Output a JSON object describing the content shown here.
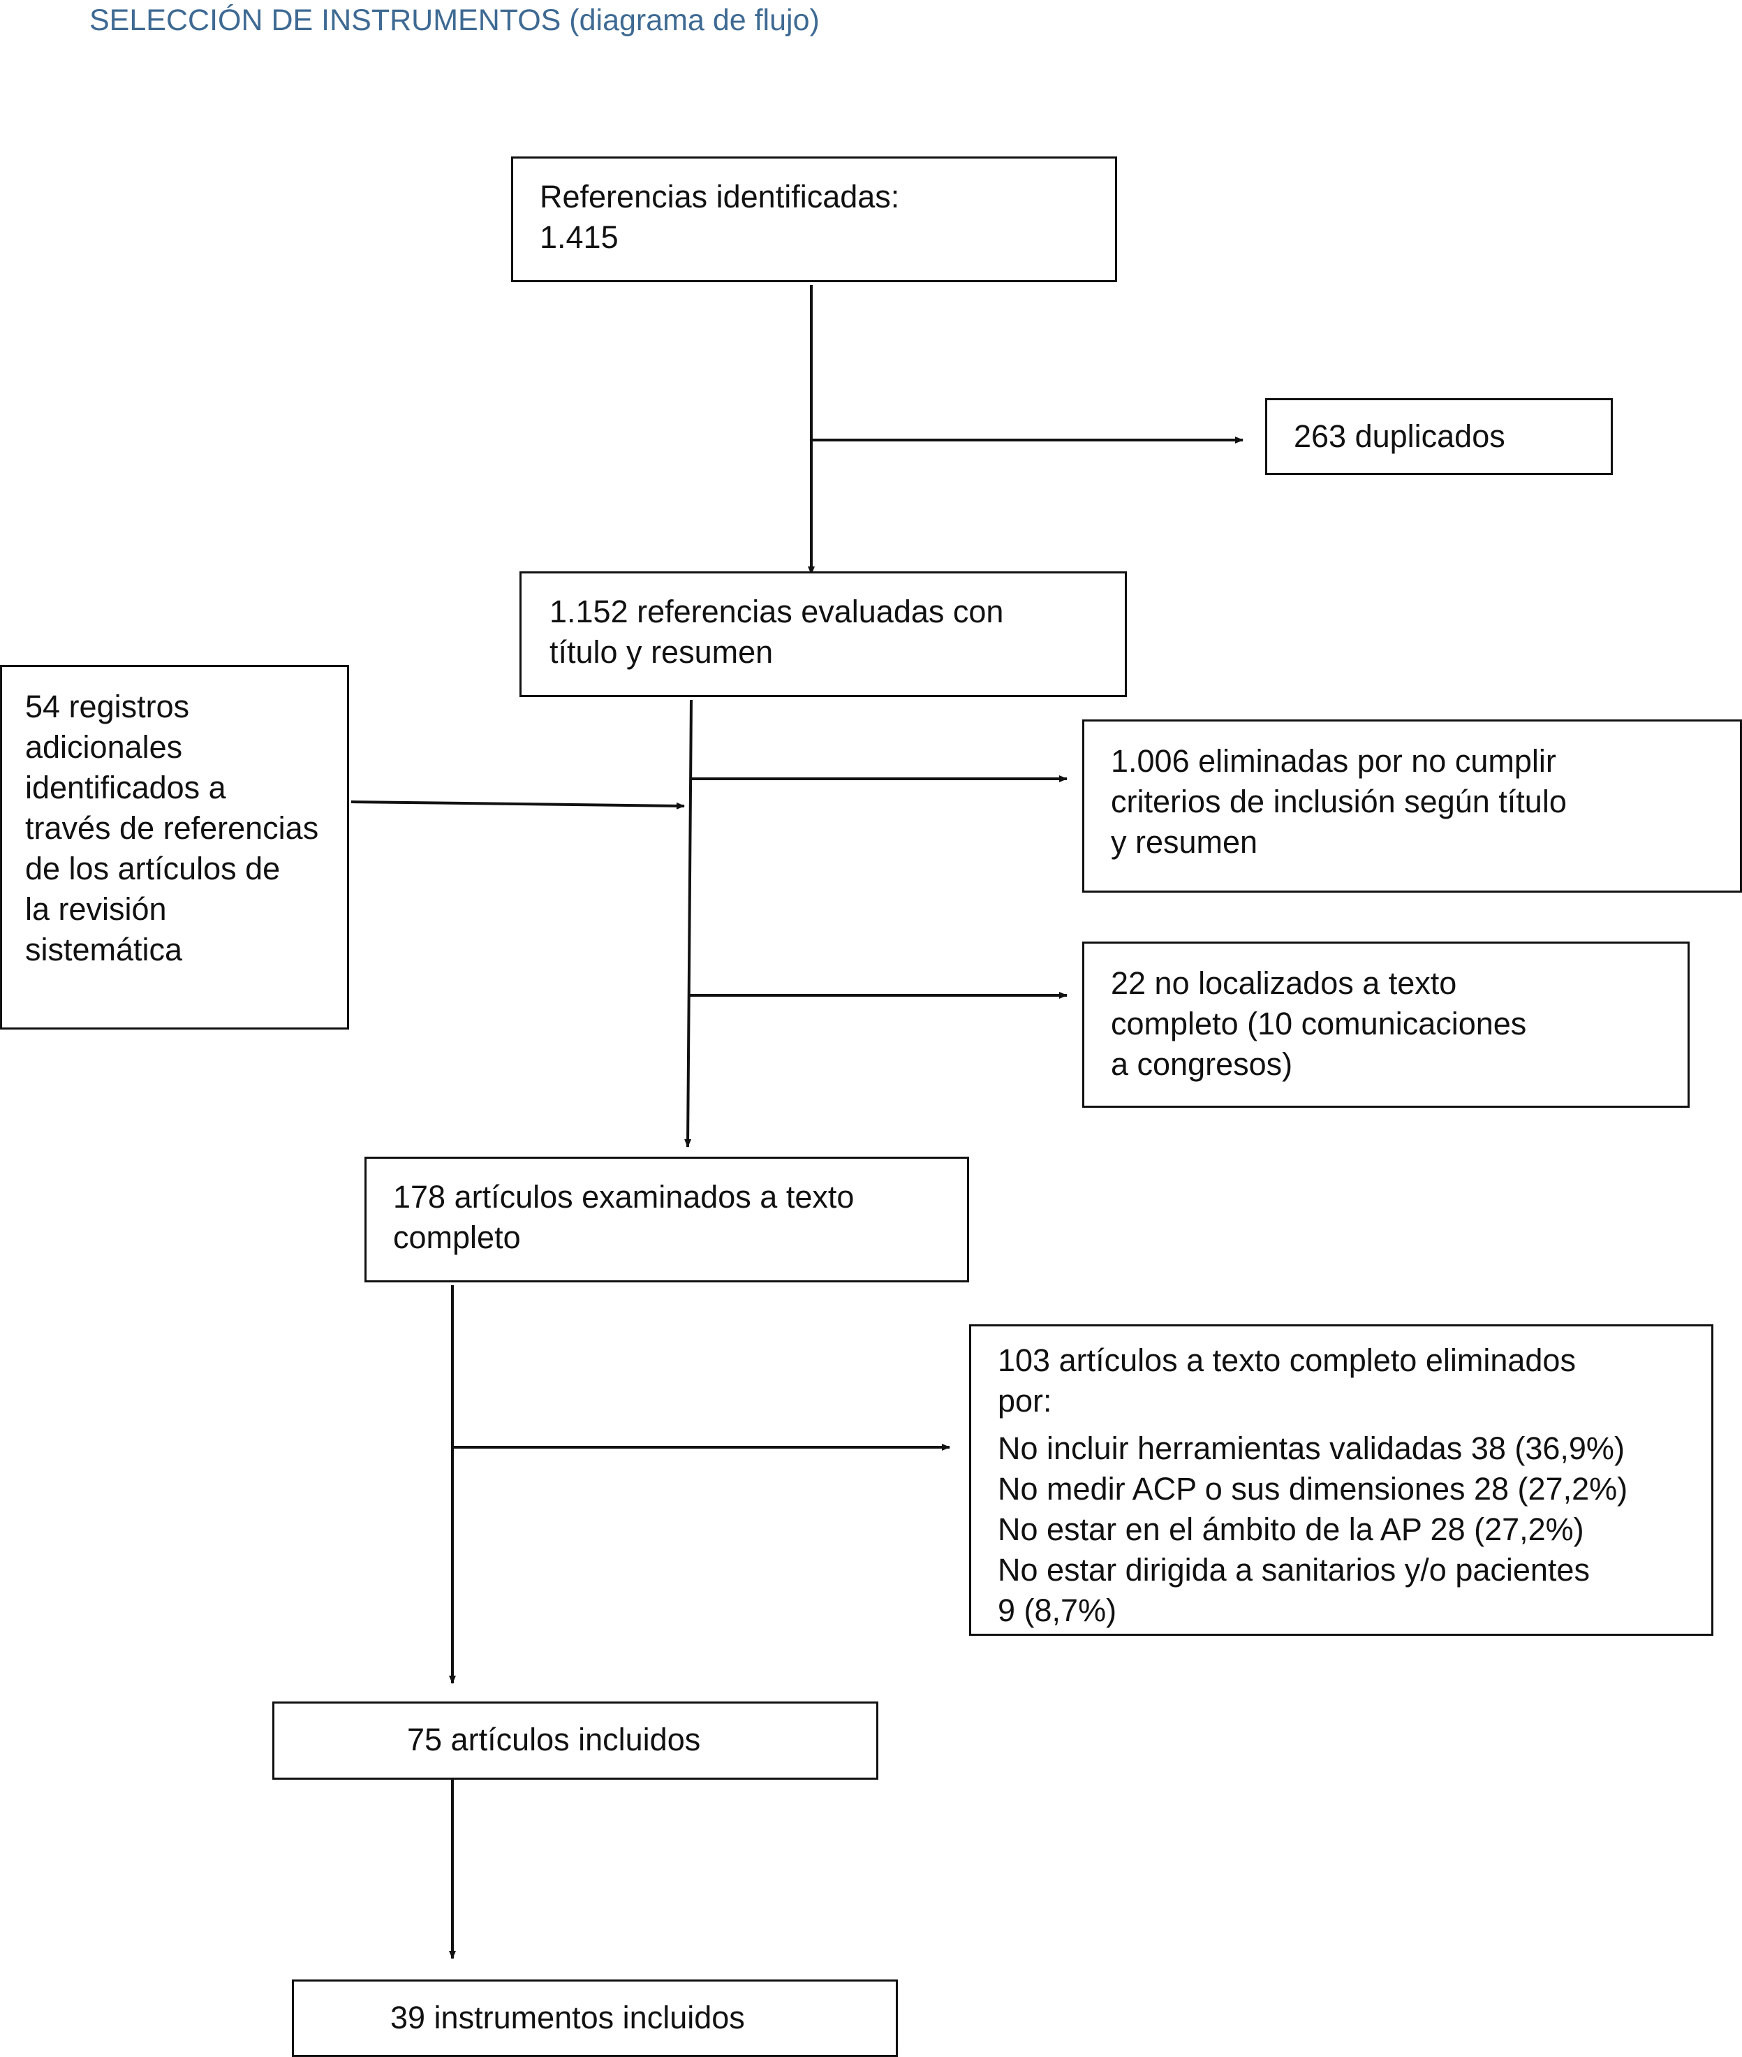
{
  "title": "SELECCIÓN DE INSTRUMENTOS (diagrama de flujo)",
  "colors": {
    "title": "#3e6a93",
    "lines": "#111111"
  },
  "nodes": {
    "identified": {
      "lines": [
        "Referencias identificadas:",
        "1.415"
      ]
    },
    "duplicates": {
      "lines": [
        "263 duplicados"
      ]
    },
    "screened": {
      "lines": [
        "1.152 referencias evaluadas con",
        "título y resumen"
      ]
    },
    "additional": {
      "lines": [
        "54 registros",
        "adicionales",
        "identificados a",
        "través de referencias",
        "de los artículos de",
        "la revisión",
        "sistemática"
      ]
    },
    "excluded_screening": {
      "lines": [
        "1.006 eliminadas por no cumplir",
        "criterios de inclusión según título",
        "y resumen"
      ]
    },
    "not_located": {
      "lines": [
        "22 no localizados a texto",
        "completo (10 comunicaciones",
        "a congresos)"
      ]
    },
    "fulltext": {
      "lines": [
        "178 artículos examinados a texto",
        "completo"
      ]
    },
    "excluded_fulltext": {
      "header": [
        "103 artículos a texto completo eliminados",
        "por:"
      ],
      "reasons": [
        "No incluir herramientas validadas 38 (36,9%)",
        "No medir ACP o sus dimensiones 28 (27,2%)",
        "No estar en el ámbito de la AP  28 (27,2%)",
        "No  estar dirigida a sanitarios y/o pacientes",
        "9 (8,7%)"
      ]
    },
    "included_articles": {
      "lines": [
        "75 artículos incluidos"
      ]
    },
    "included_instruments": {
      "lines": [
        "39 instrumentos incluidos"
      ]
    }
  }
}
